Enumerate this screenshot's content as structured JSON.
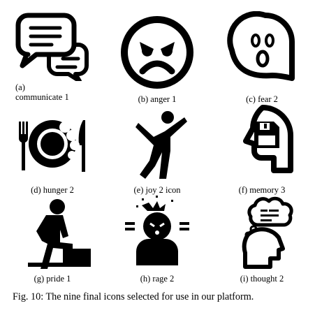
{
  "icons": [
    {
      "letter": "(a)",
      "label": "communicate_1",
      "display": "communicate 1",
      "icon": "speech-bubbles-icon"
    },
    {
      "letter": "(b)",
      "label": "anger_1",
      "display": "(b) anger 1",
      "icon": "angry-face-icon"
    },
    {
      "letter": "(c)",
      "label": "fear_2",
      "display": "(c) fear 2",
      "icon": "ghost-face-icon"
    },
    {
      "letter": "(d)",
      "label": "hunger_2",
      "display": "(d) hunger 2",
      "icon": "plate-cutlery-icon"
    },
    {
      "letter": "(e)",
      "label": "joy_2 icon",
      "display": "(e) joy 2 icon",
      "icon": "jumping-person-icon"
    },
    {
      "letter": "(f)",
      "label": "memory_3",
      "display": "(f) memory 3",
      "icon": "head-floppy-disk-icon"
    },
    {
      "letter": "(g)",
      "label": "pride_1",
      "display": "(g) pride 1",
      "icon": "person-podium-icon"
    },
    {
      "letter": "(h)",
      "label": "rage_2",
      "display": "(h) rage 2",
      "icon": "exploding-head-icon"
    },
    {
      "letter": "(i)",
      "label": "thought_2",
      "display": "(i) thought 2",
      "icon": "head-thought-bubble-icon"
    }
  ],
  "figure_caption": "Fig. 10: The nine final icons selected for use in our platform."
}
